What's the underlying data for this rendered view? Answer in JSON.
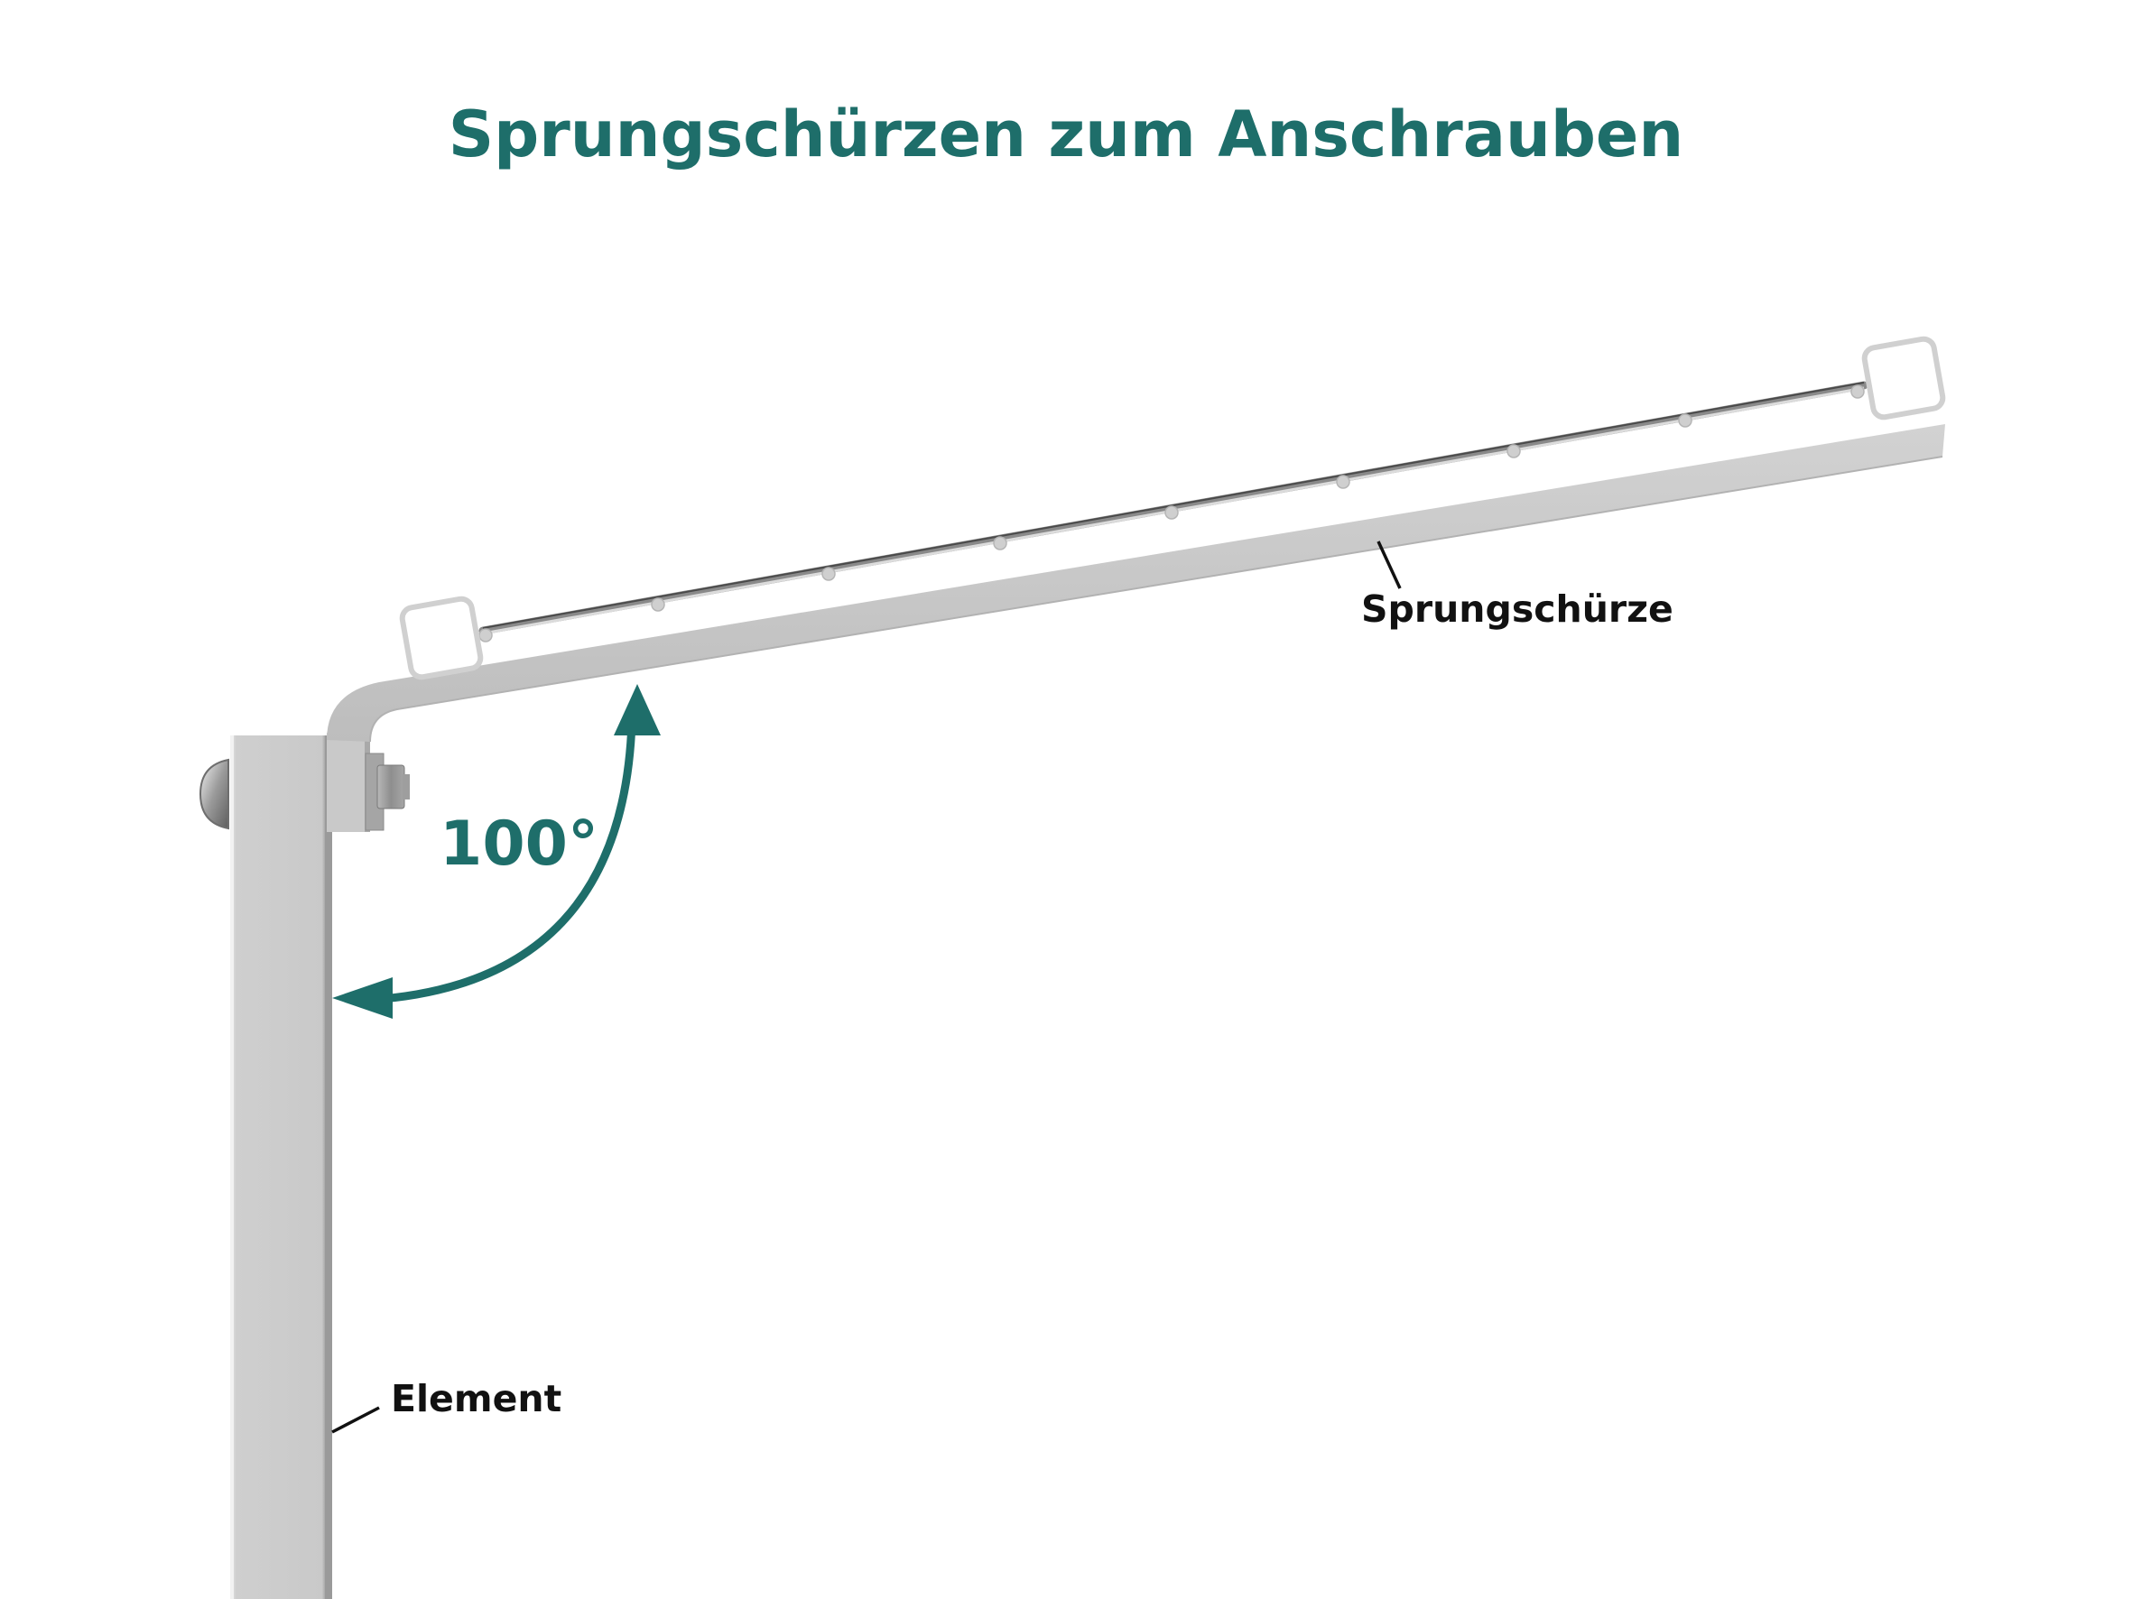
{
  "title": "Sprungschürzen zum Anschrauben",
  "colors": {
    "accent": "#1e6e6a",
    "metal_light": "#d6d6d6",
    "metal_mid": "#c4c4c4",
    "metal_dark": "#9a9a9a",
    "label_text": "#111111",
    "background": "#ffffff"
  },
  "annotations": {
    "angle_label": "100°",
    "arm_label": "Sprungschürze",
    "post_label": "Element"
  },
  "diagram": {
    "components": [
      {
        "id": "post",
        "label": "Element"
      },
      {
        "id": "arm",
        "label": "Sprungschürze"
      },
      {
        "id": "angle-arrow",
        "label": "100°"
      }
    ],
    "wire_clip_count": 9,
    "insulator_count": 2
  }
}
